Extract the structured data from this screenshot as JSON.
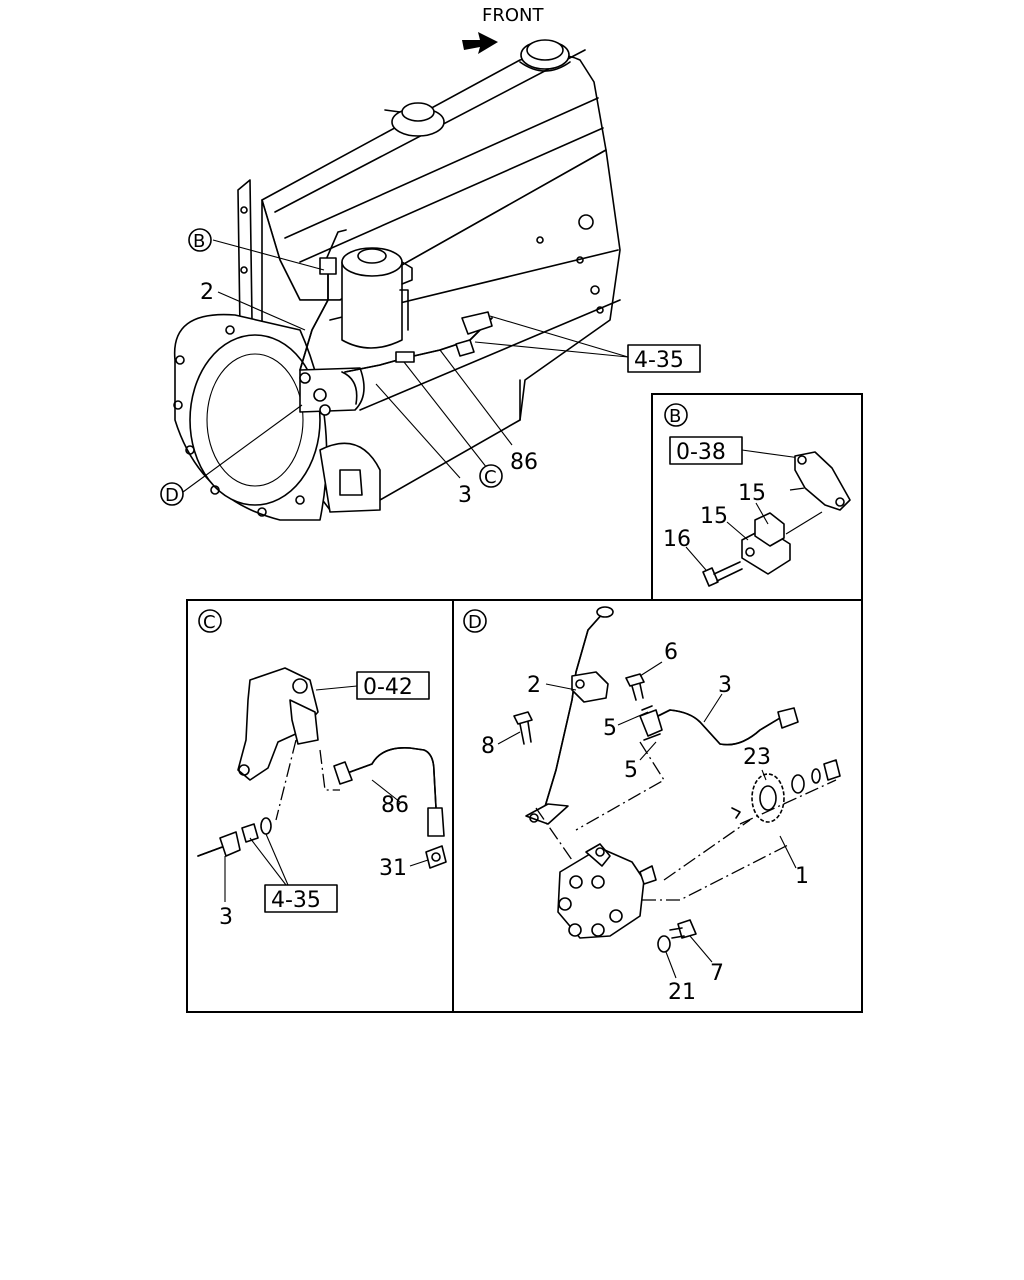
{
  "header": {
    "front_label": "FRONT"
  },
  "main_view": {
    "callouts": {
      "b": "B",
      "c": "C",
      "d": "D",
      "part_2": "2",
      "part_3": "3",
      "part_86": "86",
      "ref_4_35": "4-35"
    }
  },
  "detail_b": {
    "marker": "B",
    "ref_0_38": "0-38",
    "part_15_upper": "15",
    "part_15_lower": "15",
    "part_16": "16"
  },
  "detail_c": {
    "marker": "C",
    "ref_0_42": "0-42",
    "ref_4_35": "4-35",
    "part_86": "86",
    "part_31": "31",
    "part_3": "3"
  },
  "detail_d": {
    "marker": "D",
    "part_2": "2",
    "part_6": "6",
    "part_3": "3",
    "part_5_upper": "5",
    "part_5_lower": "5",
    "part_8": "8",
    "part_23": "23",
    "part_1": "1",
    "part_7": "7",
    "part_21": "21"
  }
}
